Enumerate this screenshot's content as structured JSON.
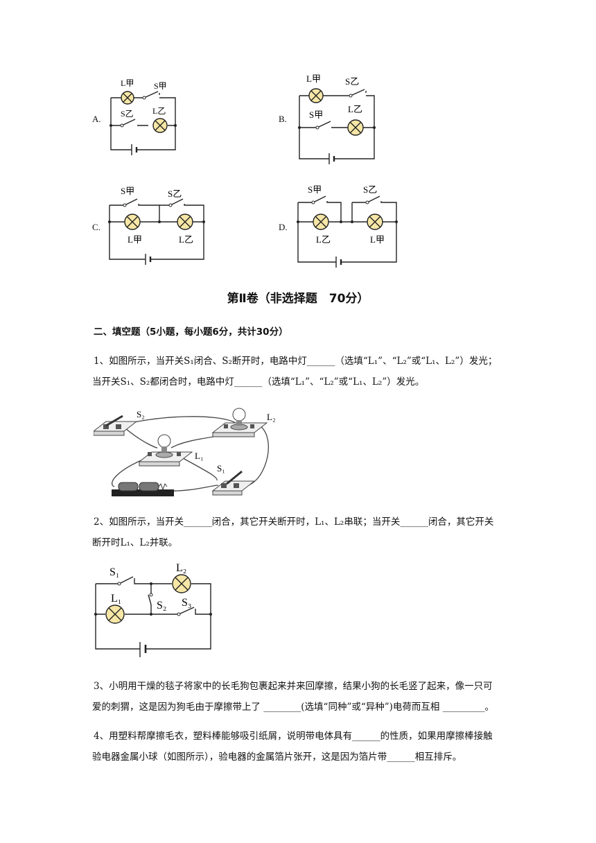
{
  "options": {
    "A": {
      "label": "A.",
      "lamp_top": "L甲",
      "switch_top": "S甲",
      "switch_bottom": "S乙",
      "lamp_bottom": "L乙"
    },
    "B": {
      "label": "B.",
      "lamp_top": "L甲",
      "switch_top": "S乙",
      "switch_bottom": "S甲",
      "lamp_bottom": "L乙"
    },
    "C": {
      "label": "C.",
      "switch_left": "S甲",
      "switch_right": "S乙",
      "lamp_left": "L甲",
      "lamp_right": "L乙"
    },
    "D": {
      "label": "D.",
      "switch_left": "S甲",
      "switch_right": "S乙",
      "lamp_left": "L乙",
      "lamp_right": "L甲"
    }
  },
  "section_title": "第Ⅱ卷（非选择题　70分）",
  "part_title": "二、填空题（5小题，每小题6分，共计30分）",
  "q1": {
    "line1": "1、如图所示，当开关S₁闭合、S₂断开时，电路中灯______（选填“L₁”、“L₂”或“L₁、L₂”）发光；",
    "line2": "当开关S₁、S₂都闭合时，电路中灯______（选填“L₁”、“L₂”或“L₁、L₂”）发光。",
    "fig": {
      "s2": "S₂",
      "l2": "L₂",
      "l1": "L₁",
      "s1": "S₁"
    }
  },
  "q2": {
    "line1": "2、如图所示，当开关______闭合，其它开关断开时，L₁、L₂串联；当开关______闭合，其它开关",
    "line2": "断开时L₁、L₂并联。",
    "fig": {
      "s1": "S₁",
      "l2": "L₂",
      "l1": "L₁",
      "s2": "S₂",
      "s3": "S₃"
    }
  },
  "q3": {
    "line1": "3、小明用干燥的毯子将家中的长毛狗包裹起来并来回摩擦，结果小狗的长毛竖了起来，像一只可",
    "line2": "爱的刺猬，这是因为狗毛由于摩擦带上了 ________(选填“同种”或“异种”)电荷而互相 _________。"
  },
  "q4": {
    "line1": "4、用塑料帮摩擦毛衣，塑料棒能够吸引纸屑，说明带电体具有______的性质，如果用摩擦棒接触",
    "line2": "验电器金属小球（如图所示），验电器的金属箔片张开，这是因为箔片带______相互排斥。"
  }
}
